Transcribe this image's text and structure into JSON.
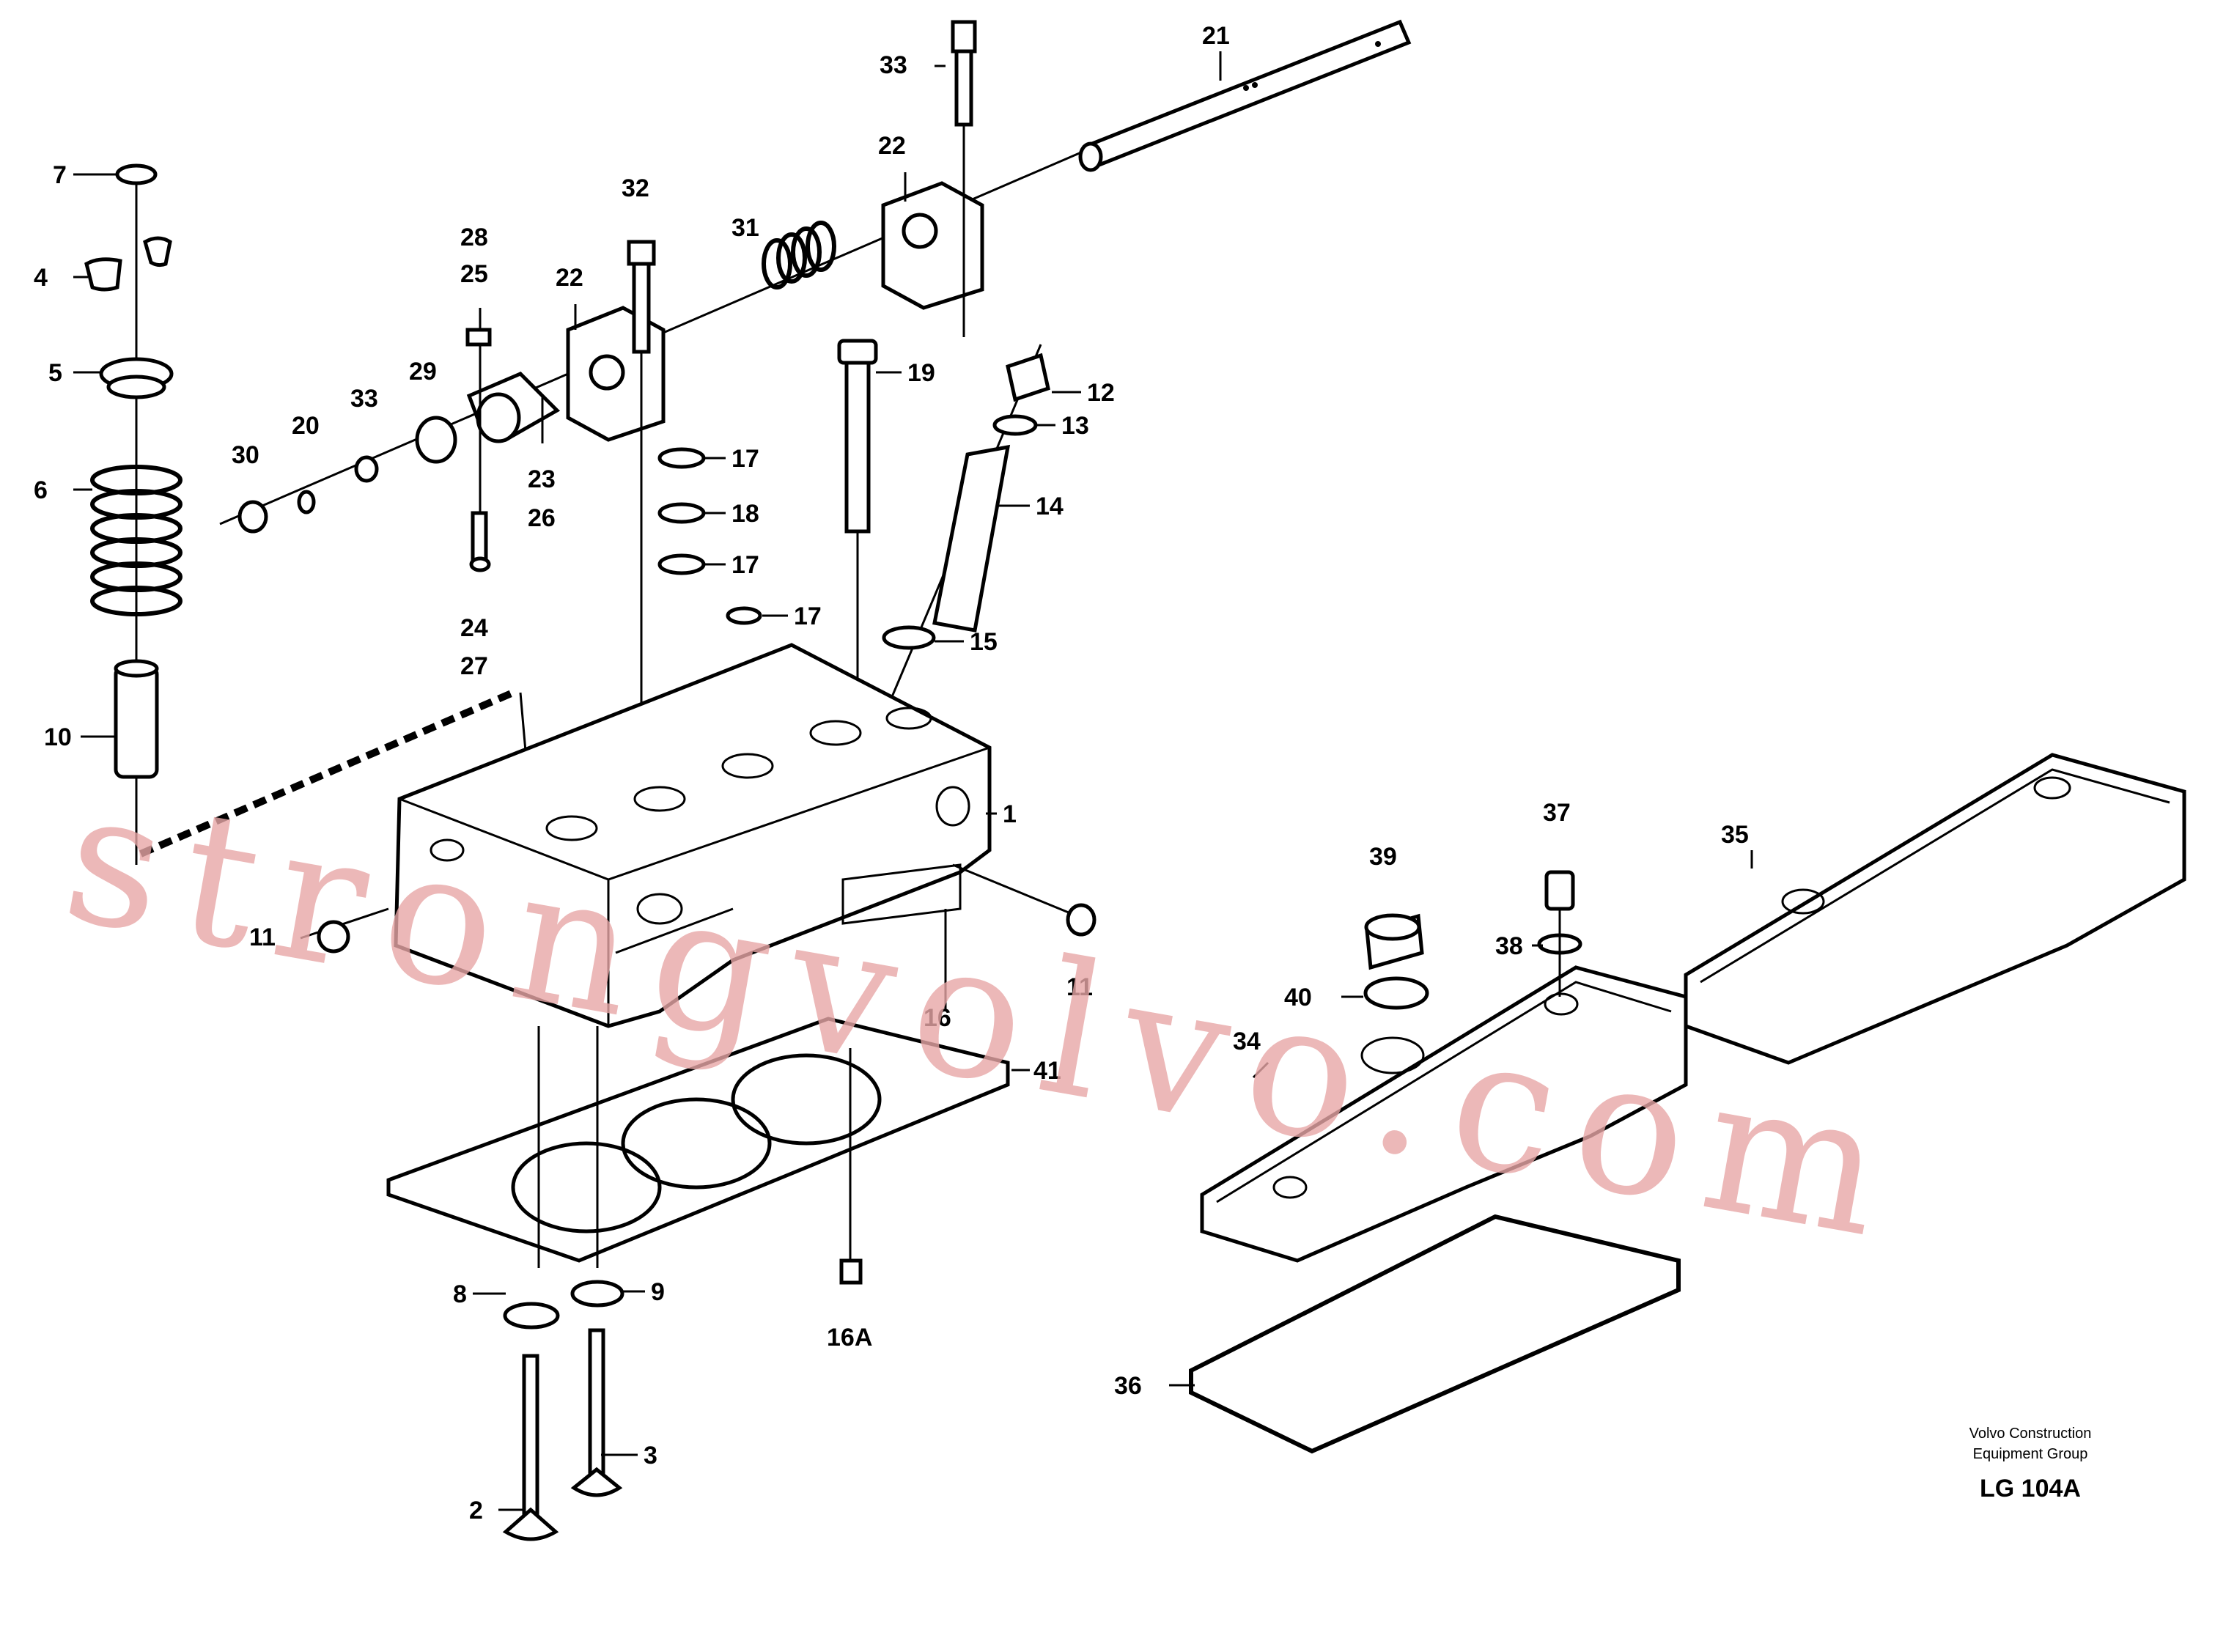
{
  "diagram": {
    "callouts": [
      {
        "id": "c1",
        "text": "1"
      },
      {
        "id": "c2",
        "text": "2"
      },
      {
        "id": "c3",
        "text": "3"
      },
      {
        "id": "c4",
        "text": "4"
      },
      {
        "id": "c5",
        "text": "5"
      },
      {
        "id": "c6",
        "text": "6"
      },
      {
        "id": "c7",
        "text": "7"
      },
      {
        "id": "c8",
        "text": "8"
      },
      {
        "id": "c9",
        "text": "9"
      },
      {
        "id": "c10",
        "text": "10"
      },
      {
        "id": "c11a",
        "text": "11"
      },
      {
        "id": "c11b",
        "text": "11"
      },
      {
        "id": "c12",
        "text": "12"
      },
      {
        "id": "c13",
        "text": "13"
      },
      {
        "id": "c14",
        "text": "14"
      },
      {
        "id": "c15",
        "text": "15"
      },
      {
        "id": "c16",
        "text": "16"
      },
      {
        "id": "c16a",
        "text": "16A"
      },
      {
        "id": "c17a",
        "text": "17"
      },
      {
        "id": "c17b",
        "text": "17"
      },
      {
        "id": "c17c",
        "text": "17"
      },
      {
        "id": "c18",
        "text": "18"
      },
      {
        "id": "c19",
        "text": "19"
      },
      {
        "id": "c20",
        "text": "20"
      },
      {
        "id": "c21",
        "text": "21"
      },
      {
        "id": "c22a",
        "text": "22"
      },
      {
        "id": "c22b",
        "text": "22"
      },
      {
        "id": "c23",
        "text": "23"
      },
      {
        "id": "c24",
        "text": "24"
      },
      {
        "id": "c25",
        "text": "25"
      },
      {
        "id": "c26",
        "text": "26"
      },
      {
        "id": "c27",
        "text": "27"
      },
      {
        "id": "c28",
        "text": "28"
      },
      {
        "id": "c29",
        "text": "29"
      },
      {
        "id": "c30",
        "text": "30"
      },
      {
        "id": "c31",
        "text": "31"
      },
      {
        "id": "c32",
        "text": "32"
      },
      {
        "id": "c33a",
        "text": "33"
      },
      {
        "id": "c33b",
        "text": "33"
      },
      {
        "id": "c34",
        "text": "34"
      },
      {
        "id": "c35",
        "text": "35"
      },
      {
        "id": "c36",
        "text": "36"
      },
      {
        "id": "c37",
        "text": "37"
      },
      {
        "id": "c38",
        "text": "38"
      },
      {
        "id": "c39",
        "text": "39"
      },
      {
        "id": "c40",
        "text": "40"
      },
      {
        "id": "c41",
        "text": "41"
      }
    ],
    "manufacturer_line1": "Volvo Construction",
    "manufacturer_line2": "Equipment Group",
    "figure_code": "LG 104A",
    "watermark": "strongvolvo.com"
  }
}
